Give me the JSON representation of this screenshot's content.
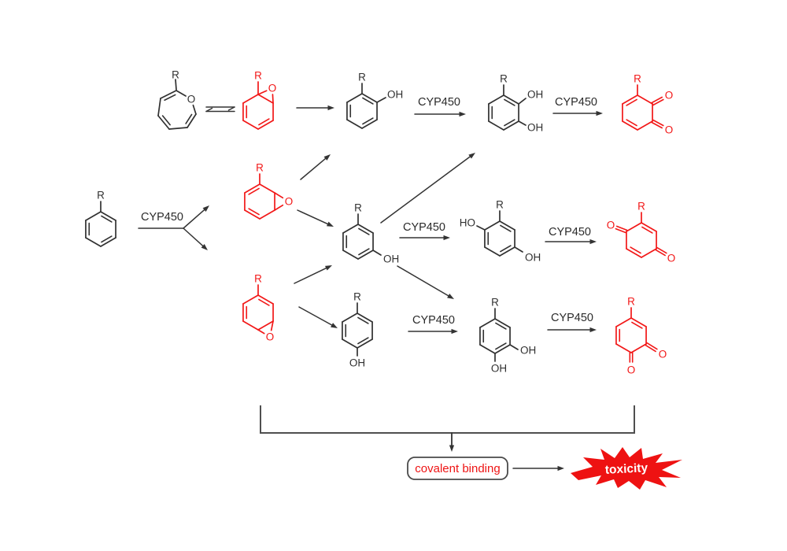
{
  "labels": {
    "substituent": "R",
    "oxygen": "O",
    "hydroxyl": "OH",
    "hydroxyl_reversed": "HO",
    "enzyme": "CYP450"
  },
  "footer": {
    "covalent_binding": "covalent binding",
    "toxicity": "toxicity"
  },
  "colors": {
    "background": "#ffffff",
    "structure_black": "#313131",
    "structure_red": "#f21818",
    "label_black": "#2b2b2b",
    "arrow": "#333333",
    "bracket": "#4f4f4f",
    "box_border": "#4a4a4a",
    "box_fill": "#ffffff",
    "box_text": "#ee1414",
    "star_fill": "#ee1212",
    "star_text": "#ffffff"
  }
}
